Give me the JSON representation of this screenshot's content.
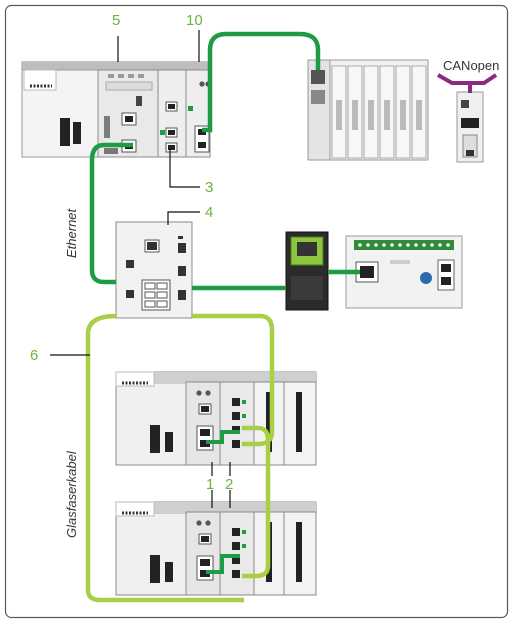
{
  "callouts": {
    "c1": "1",
    "c2": "2",
    "c3": "3",
    "c4": "4",
    "c5": "5",
    "c6": "6",
    "c10": "10"
  },
  "labels": {
    "canopen": "CANopen",
    "ethernet": "Ethernet",
    "fiber": "Glasfaserkabel"
  },
  "colors": {
    "ethernet_cable": "#1e9b45",
    "fiber_cable": "#a8cf45",
    "canopen_bus": "#8b2a80",
    "callout_text": "#6cb33f",
    "device_body": "#f2f2f2",
    "device_outline": "#9a9a9a"
  }
}
